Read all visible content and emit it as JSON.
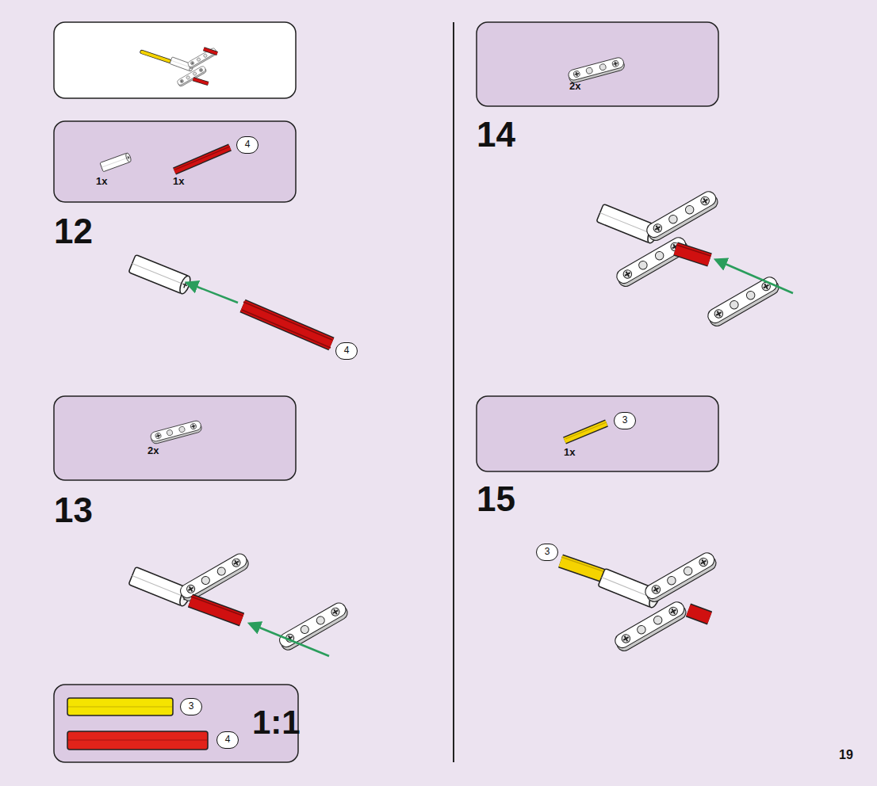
{
  "diagram": {
    "nodes": [
      {
        "text": [
          "1x",
          "1x"
        ]
      },
      {
        "text": [
          "4"
        ],
        "in": 0
      },
      {
        "text": [
          "4"
        ]
      },
      {
        "text": [
          "2x"
        ]
      },
      {
        "text": [
          "1:1"
        ]
      },
      {
        "text": [
          "3"
        ],
        "in": 4
      },
      {
        "text": [
          "4"
        ],
        "in": 4
      },
      {
        "text": [
          "2x"
        ]
      },
      {
        "text": [
          "1x"
        ]
      },
      {
        "text": [
          "3"
        ],
        "in": 8
      },
      {
        "text": [
          "3"
        ]
      }
    ],
    "labels": [
      "12",
      "13",
      "14",
      "15",
      "19"
    ]
  }
}
